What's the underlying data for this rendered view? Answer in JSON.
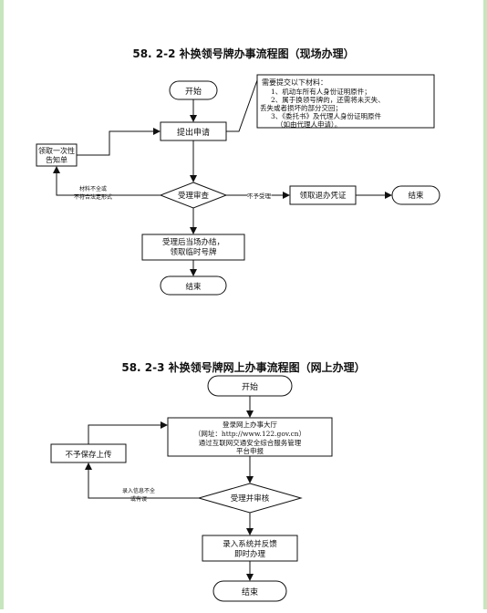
{
  "section1": {
    "title": "58. 2-2  补换领号牌办事流程图（现场办理）",
    "start": "开始",
    "apply": "提出申请",
    "materials": {
      "title": "需要提交以下材料：",
      "line1": "1、机动车所有人身份证明原件；",
      "line2": "2、属于换领号牌的，还需将未灭失、",
      "line3": "丢失或者损坏的部分交回；",
      "line4": "3、《委托书》及代理人身份证明原件",
      "line5": "（如由代理人申请）。"
    },
    "notice_line1": "领取一次性",
    "notice_line2": "告知单",
    "reject_line1": "材料不全或",
    "reject_line2": "不符合法定形式",
    "review": "受理审查",
    "not_accept": "不予受理",
    "refund": "领取退办凭证",
    "end_right": "结束",
    "done_line1": "受理后当场办结，",
    "done_line2": "领取临时号牌",
    "end": "结束"
  },
  "section2": {
    "title": "58. 2-3  补换领号牌网上办事流程图（网上办理）",
    "start": "开始",
    "login_line1": "登录网上办事大厅",
    "login_line2": "（网址：http://www.122.gov.cn）",
    "login_line3": "通过互联网交通安全综合服务管理",
    "login_line4": "平台申报",
    "no_save": "不予保存上传",
    "incomplete_line1": "录入信息不全",
    "incomplete_line2": "或有误",
    "review": "受理并审核",
    "feedback_line1": "录入系统并反馈",
    "feedback_line2": "即时办理",
    "end": "结束"
  }
}
